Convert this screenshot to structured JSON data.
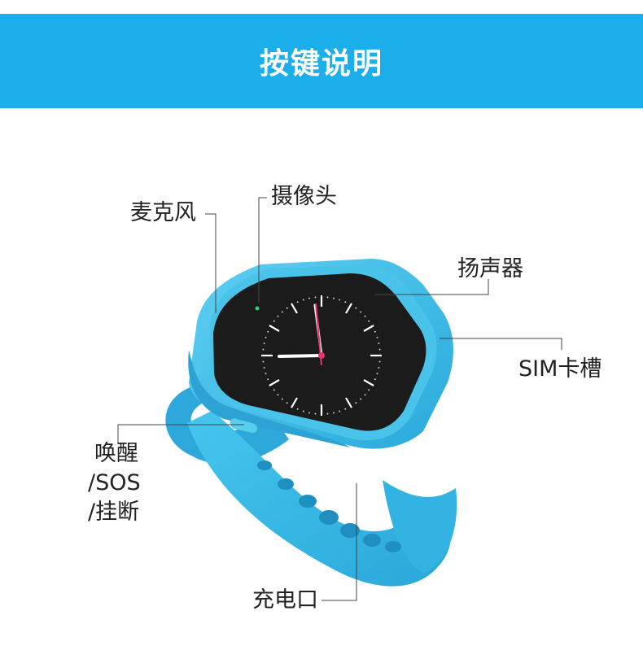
{
  "header": {
    "title": "按键说明"
  },
  "labels": {
    "microphone": "麦克风",
    "camera": "摄像头",
    "speaker": "扬声器",
    "sim_slot": "SIM卡槽",
    "wake_line1": "唤醒",
    "wake_line2": "/SOS",
    "wake_line3": "/挂断",
    "charging_port": "充电口"
  },
  "colors": {
    "banner": "#1aaeea",
    "watch_body": "#3ec2ec",
    "screen": "#1b1b1b",
    "second_hand": "#e8336a"
  }
}
